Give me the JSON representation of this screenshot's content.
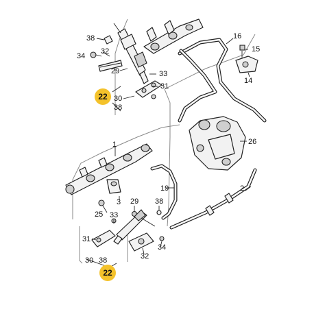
{
  "labels": {
    "l38a": "38",
    "l32a": "32",
    "l34a": "34",
    "l29a": "29",
    "l33a": "33",
    "l31a": "31",
    "l30a": "30",
    "l38b": "38",
    "l16": "16",
    "l15": "15",
    "l14": "14",
    "l26": "26",
    "l1": "1",
    "l19": "19",
    "l3": "3",
    "l25": "25",
    "l29b": "29",
    "l38c": "38",
    "l33b": "33",
    "l31b": "31",
    "l30b": "30",
    "l38d": "38",
    "l34b": "34",
    "l32b": "32",
    "l2": "2"
  },
  "callouts": {
    "top": "22",
    "bottom": "22"
  },
  "colors": {
    "callout_fill": "#f4c22b",
    "line": "#222222",
    "frame": "#8a8a8a"
  }
}
